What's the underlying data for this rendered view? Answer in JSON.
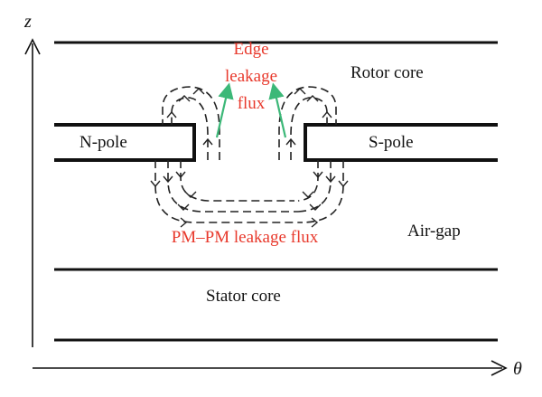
{
  "axes": {
    "vertical_label": "z",
    "horizontal_label": "θ"
  },
  "regions": {
    "rotor_core": "Rotor core",
    "stator_core": "Stator core",
    "air_gap": "Air-gap"
  },
  "poles": {
    "north": "N-pole",
    "south": "S-pole"
  },
  "annotations": {
    "edge_leakage_line1": "Edge",
    "edge_leakage_line2": "leakage",
    "edge_leakage_line3": "flux",
    "pm_pm_leakage": "PM–PM leakage flux"
  },
  "colors": {
    "annotation_text": "#e8392c",
    "edge_flux_arrow": "#3cb878",
    "lines": "#111111"
  }
}
